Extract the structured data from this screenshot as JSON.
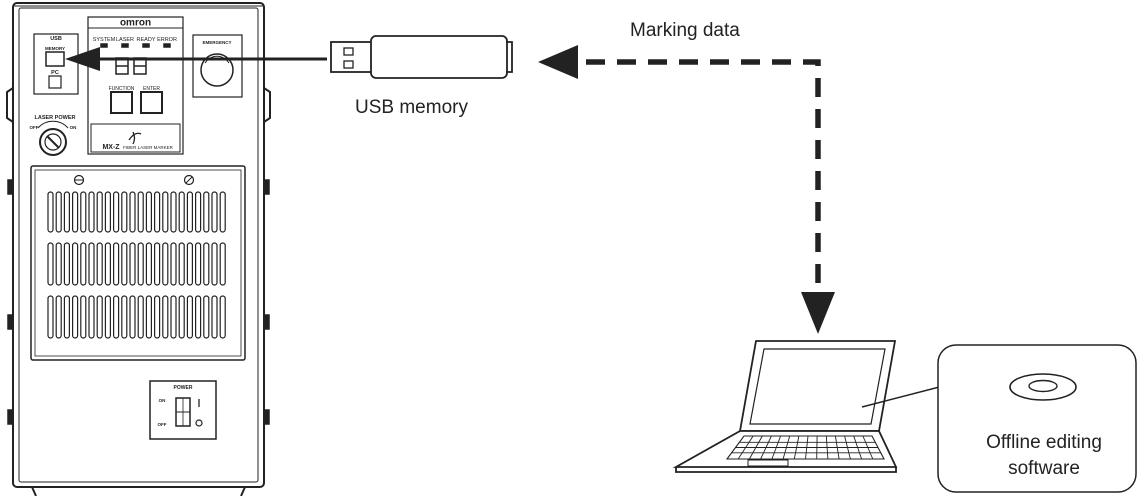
{
  "diagram": {
    "labels": {
      "marking_data": "Marking data",
      "usb_memory": "USB memory",
      "software_line1": "Offline editing",
      "software_line2": "software"
    },
    "device": {
      "brand": "omron",
      "led_labels": [
        "SYSTEM",
        "LASER",
        "READY",
        "ERROR"
      ],
      "usb_label": "USB",
      "memory_label": "MEMORY",
      "pc_label": "PC",
      "emergency_label": "EMERGENCY",
      "laser_power_label": "LASER POWER",
      "off_label": "OFF",
      "on_label": "ON",
      "function_label": "FUNCTION",
      "enter_label": "ENTER",
      "model": "MX-Z",
      "model_desc": "FIBER LASER MARKER",
      "power_label": "POWER",
      "power_on_label": "ON",
      "power_off_label": "OFF"
    },
    "colors": {
      "line": "#222222",
      "background": "#ffffff"
    }
  }
}
